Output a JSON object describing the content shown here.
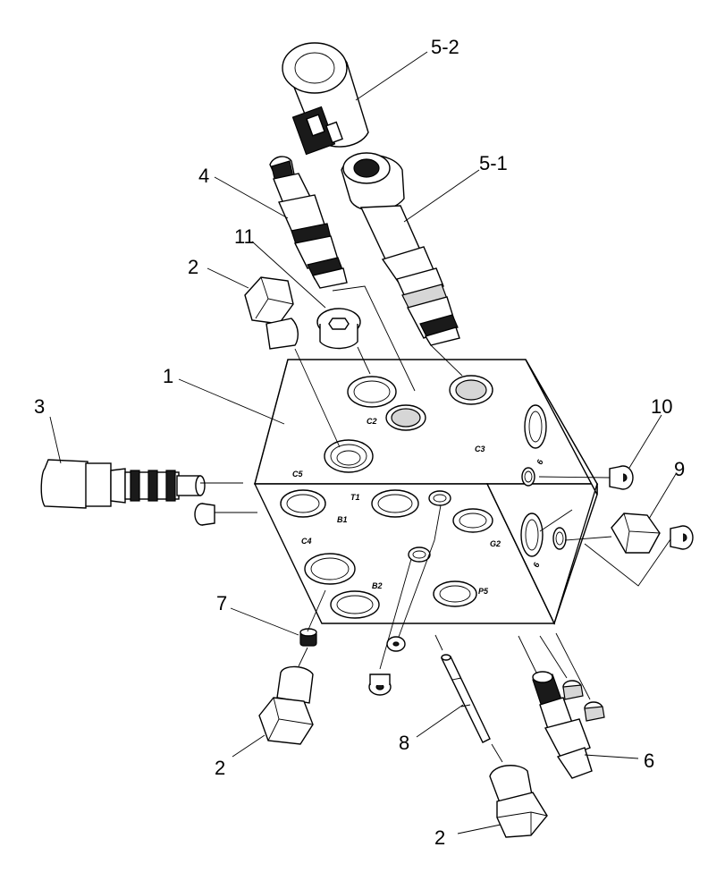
{
  "callouts": [
    {
      "id": "c-5-2",
      "text": "5-2"
    },
    {
      "id": "c-5-1",
      "text": "5-1"
    },
    {
      "id": "c-4",
      "text": "4"
    },
    {
      "id": "c-11",
      "text": "11"
    },
    {
      "id": "c-2a",
      "text": "2"
    },
    {
      "id": "c-1",
      "text": "1"
    },
    {
      "id": "c-3",
      "text": "3"
    },
    {
      "id": "c-10",
      "text": "10"
    },
    {
      "id": "c-9",
      "text": "9"
    },
    {
      "id": "c-7",
      "text": "7"
    },
    {
      "id": "c-2b",
      "text": "2"
    },
    {
      "id": "c-8",
      "text": "8"
    },
    {
      "id": "c-6",
      "text": "6"
    },
    {
      "id": "c-2c",
      "text": "2"
    }
  ],
  "ports": {
    "c2": "C2",
    "c3": "C3",
    "c5": "C5",
    "t1": "T1",
    "b1": "B1",
    "c4": "C4",
    "g2": "G2",
    "b2": "B2",
    "p5": "P5"
  }
}
